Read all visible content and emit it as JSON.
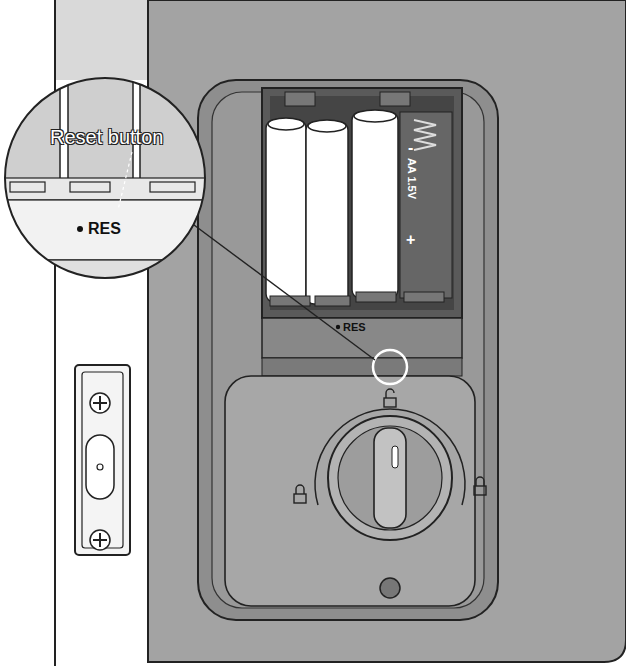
{
  "diagram": {
    "labels": [
      "Reset button",
      "RES",
      "RES",
      "AA 1.5V",
      "+",
      "-"
    ]
  }
}
